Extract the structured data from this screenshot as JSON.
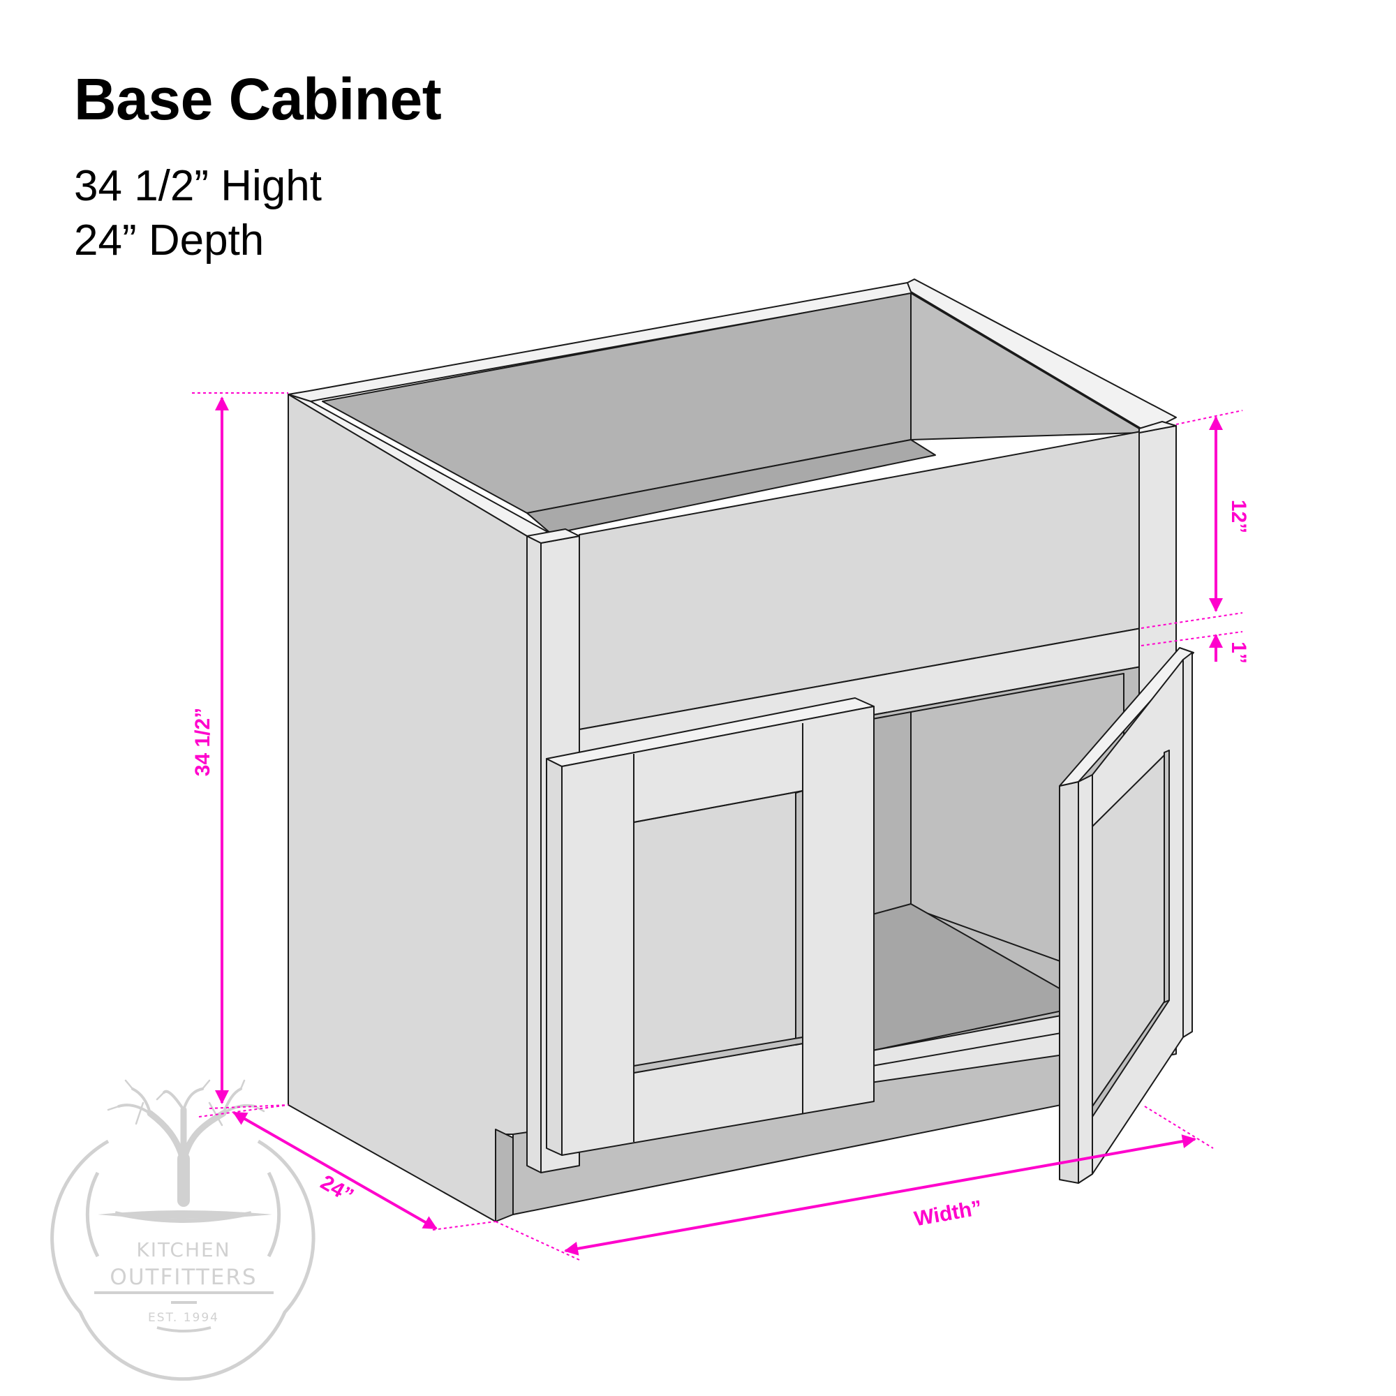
{
  "header": {
    "title": "Base Cabinet",
    "specs": [
      "34 1/2” Hight",
      "24” Depth"
    ]
  },
  "dimensions": {
    "height_label": "34 1/2”",
    "depth_label": "24”",
    "width_label": "Width”",
    "apron_label": "12”",
    "rail_label": "1”"
  },
  "logo": {
    "line1": "KITCHEN",
    "line2": "OUTFITTERS",
    "established": "EST. 1994",
    "icon": "tree-icon"
  },
  "colors": {
    "dimension": "#ff00cc",
    "panel_light": "#e6e6e6",
    "panel_mid": "#d9d9d9",
    "interior": "#b3b3b3",
    "interior_dark": "#a6a6a6",
    "rim": "#f2f2f2",
    "toe_kick": "#c0c0c0",
    "logo": "#cfcfcf"
  }
}
